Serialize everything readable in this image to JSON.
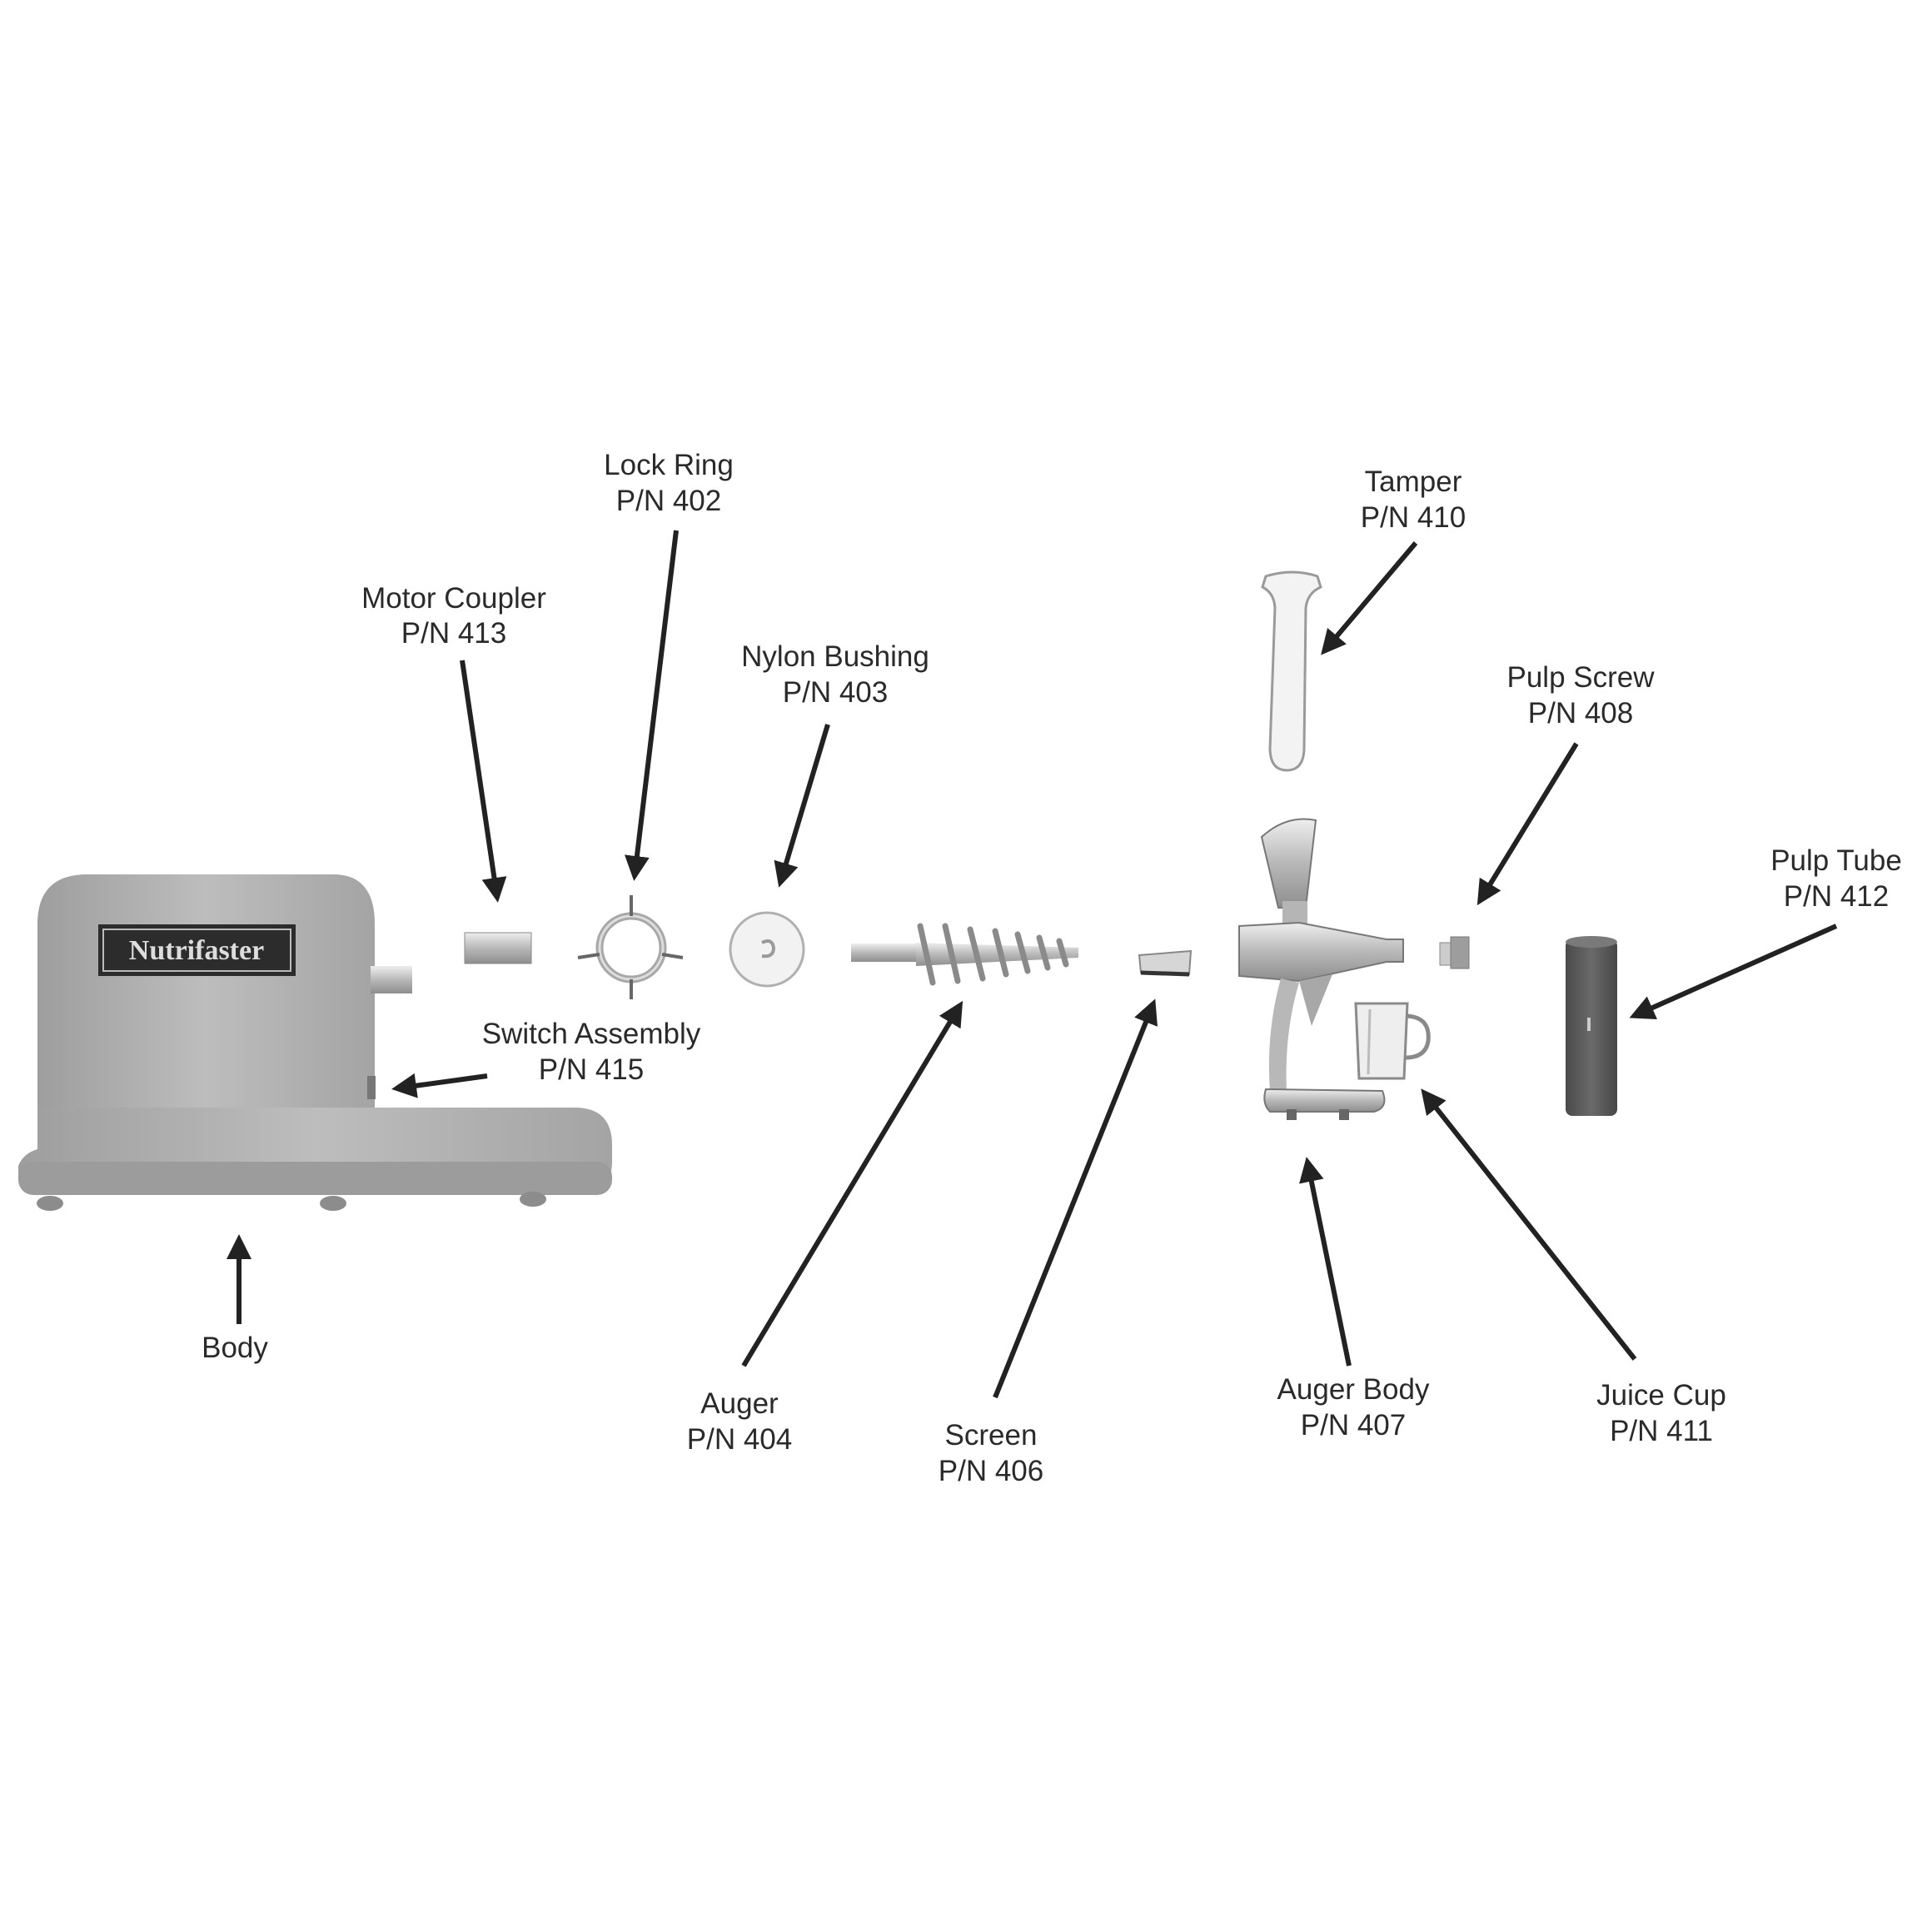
{
  "colors": {
    "body": "#b4b4b4",
    "metal": "#c8c8c8",
    "arrow": "#222222",
    "text": "#2a2a2a",
    "tube": "#5a5a5a"
  },
  "body": {
    "brand": "Nutrifaster"
  },
  "parts": [
    {
      "id": "motor-coupler",
      "name": "Motor Coupler",
      "pn": "P/N 413"
    },
    {
      "id": "lock-ring",
      "name": "Lock Ring",
      "pn": "P/N 402"
    },
    {
      "id": "nylon-bushing",
      "name": "Nylon Bushing",
      "pn": "P/N 403"
    },
    {
      "id": "switch-assembly",
      "name": "Switch Assembly",
      "pn": "P/N 415"
    },
    {
      "id": "body",
      "name": "Body",
      "pn": ""
    },
    {
      "id": "tamper",
      "name": "Tamper",
      "pn": "P/N 410"
    },
    {
      "id": "pulp-screw",
      "name": "Pulp Screw",
      "pn": "P/N 408"
    },
    {
      "id": "pulp-tube",
      "name": "Pulp Tube",
      "pn": "P/N 412"
    },
    {
      "id": "auger",
      "name": "Auger",
      "pn": "P/N 404"
    },
    {
      "id": "screen",
      "name": "Screen",
      "pn": "P/N 406"
    },
    {
      "id": "auger-body",
      "name": "Auger Body",
      "pn": "P/N 407"
    },
    {
      "id": "juice-cup",
      "name": "Juice Cup",
      "pn": "P/N 411"
    }
  ]
}
